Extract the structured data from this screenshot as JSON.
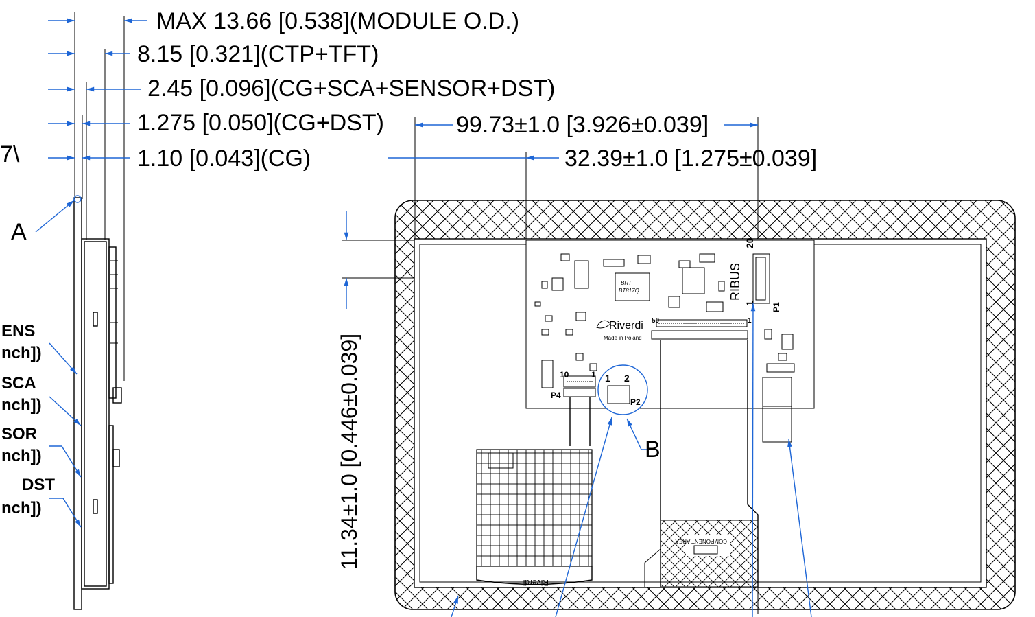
{
  "dimensions": {
    "module_od": "MAX 13.66 [0.538](MODULE O.D.)",
    "ctp_tft": "8.15 [0.321](CTP+TFT)",
    "cg_sca_sensor_dst": "2.45 [0.096](CG+SCA+SENSOR+DST)",
    "cg_dst": "1.275 [0.050](CG+DST)",
    "cg": "1.10 [0.043](CG)",
    "width_offset": "99.73±1.0 [3.926±0.039]",
    "x_offset": "32.39±1.0 [1.275±0.039]",
    "y_offset": "11.34±1.0 [0.446±0.039]"
  },
  "side_labels": {
    "top_fragment": "7\\",
    "lens": "ENS",
    "lens_unit": "nch])",
    "sca": "SCA",
    "sca_unit": "nch])",
    "sensor": "SOR",
    "sensor_unit": "nch])",
    "dst": "DST",
    "dst_unit": "nch])"
  },
  "callouts": {
    "a": "A",
    "b": "B"
  },
  "pcb_labels": {
    "chip_brand": "BRT",
    "chip_model": "BT817Q",
    "brand": "Riverdi",
    "made_in": "Made in Poland",
    "p1": "P1",
    "p1_pin_20": "20",
    "p1_pin_1": "1",
    "fpc_pin_50": "50",
    "fpc_pin_1": "1",
    "p4": "P4",
    "p4_pin_10": "10",
    "p4_pin_1": "1",
    "p2": "P2",
    "p2_pin_1": "1",
    "p2_pin_2": "2",
    "component_area": "COMPONENT AREA",
    "vertical_brand": "RIBUS",
    "bottom_brand": "Riverdi"
  },
  "colors": {
    "leader": "#1e66d6",
    "line": "#000000"
  }
}
